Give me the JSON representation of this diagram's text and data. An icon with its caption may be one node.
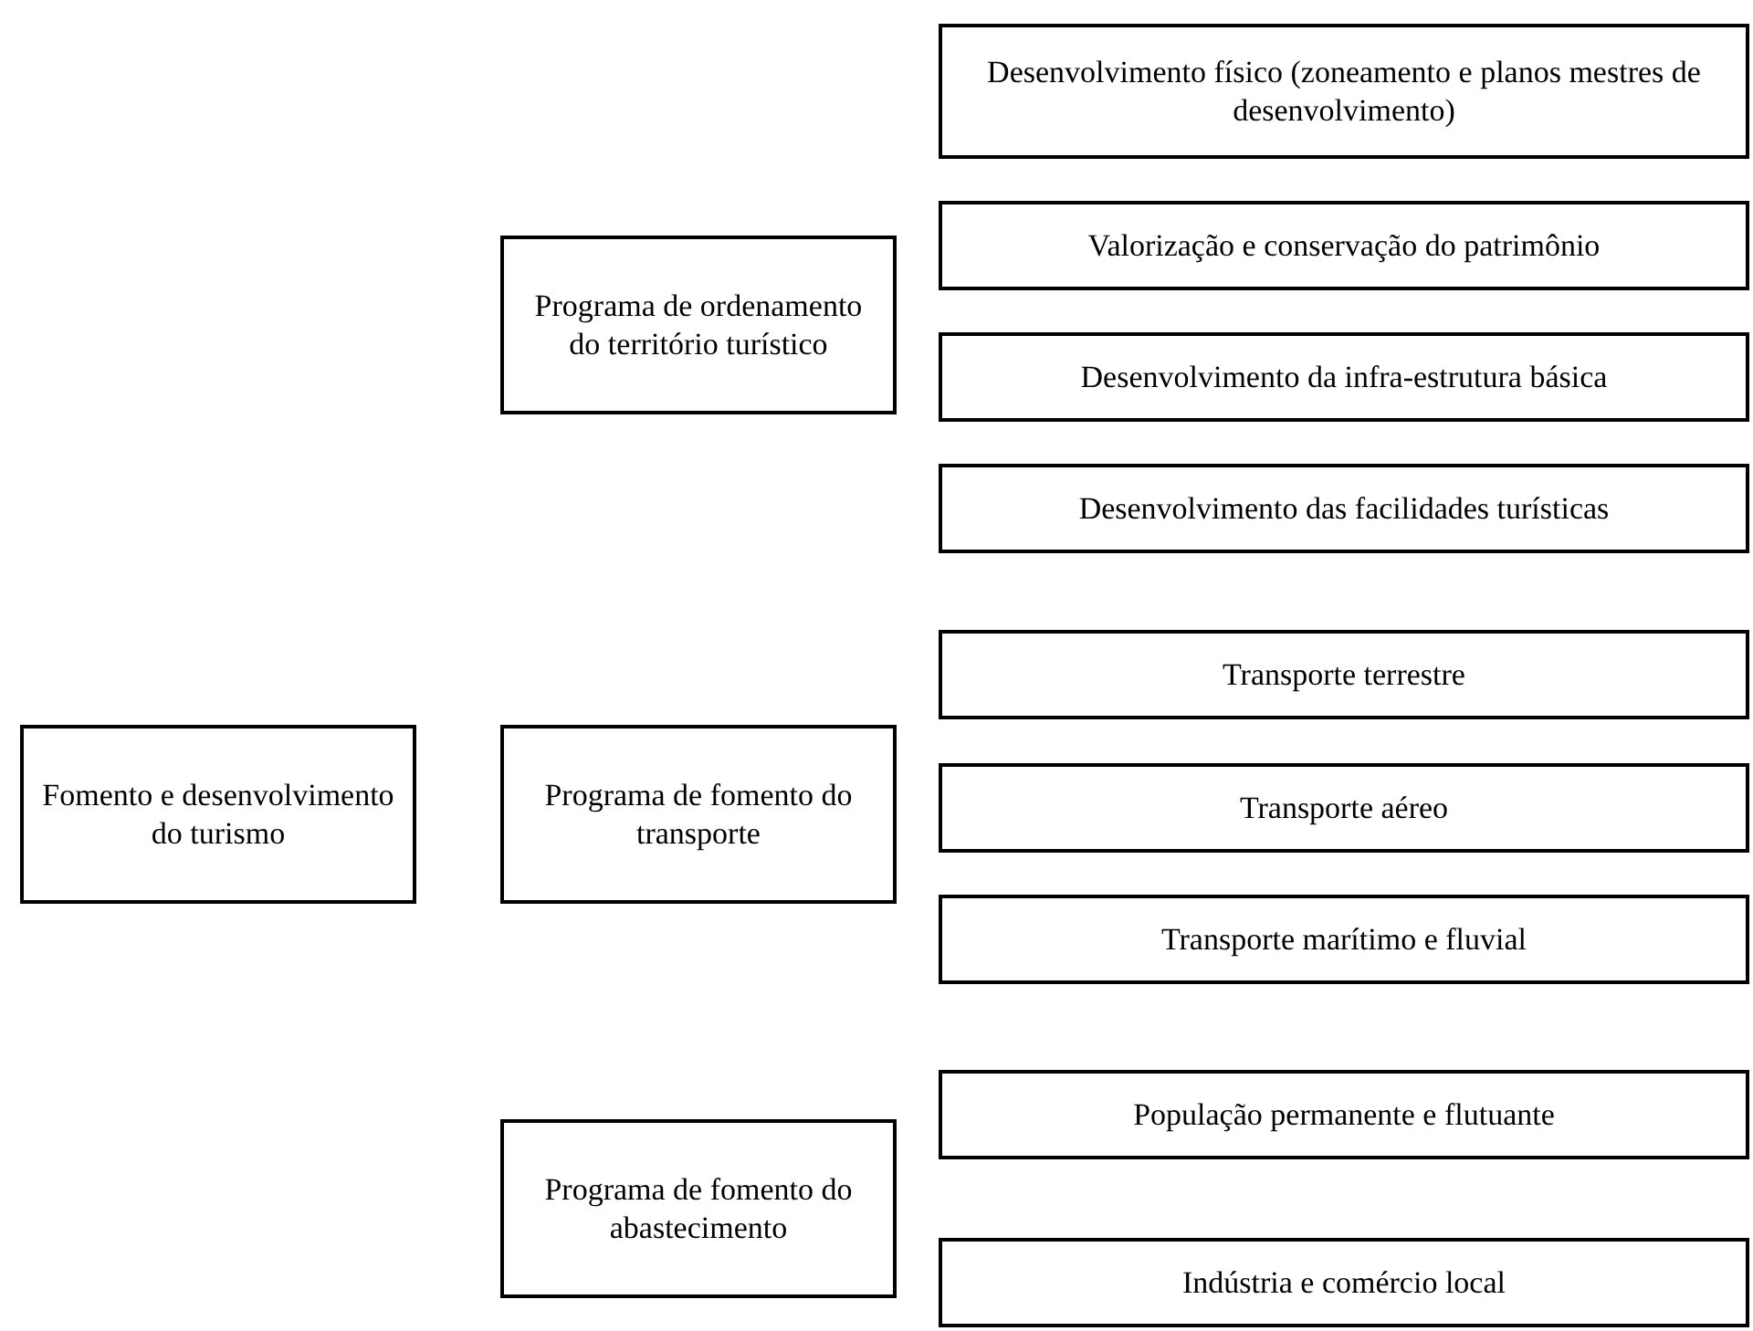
{
  "diagram": {
    "nodes": [
      {
        "text": [
          "Fomento e desenvolvimento do turismo"
        ]
      },
      {
        "text": [
          "Programa de ordenamento do território turístico"
        ]
      },
      {
        "text": [
          "Desenvolvimento físico (zoneamento e planos mestres de desenvolvimento)"
        ]
      },
      {
        "text": [
          "Valorização e conservação do patrimônio"
        ]
      },
      {
        "text": [
          "Desenvolvimento da infra-estrutura básica"
        ]
      },
      {
        "text": [
          "Desenvolvimento das facilidades turísticas"
        ]
      },
      {
        "text": [
          "Programa de fomento do transporte"
        ]
      },
      {
        "text": [
          "Transporte terrestre"
        ]
      },
      {
        "text": [
          "Transporte aéreo"
        ]
      },
      {
        "text": [
          "Transporte marítimo e fluvial"
        ]
      },
      {
        "text": [
          "Programa de fomento do abastecimento"
        ]
      },
      {
        "text": [
          "População permanente e flutuante"
        ]
      },
      {
        "text": [
          "Indústria e comércio local"
        ]
      }
    ]
  }
}
